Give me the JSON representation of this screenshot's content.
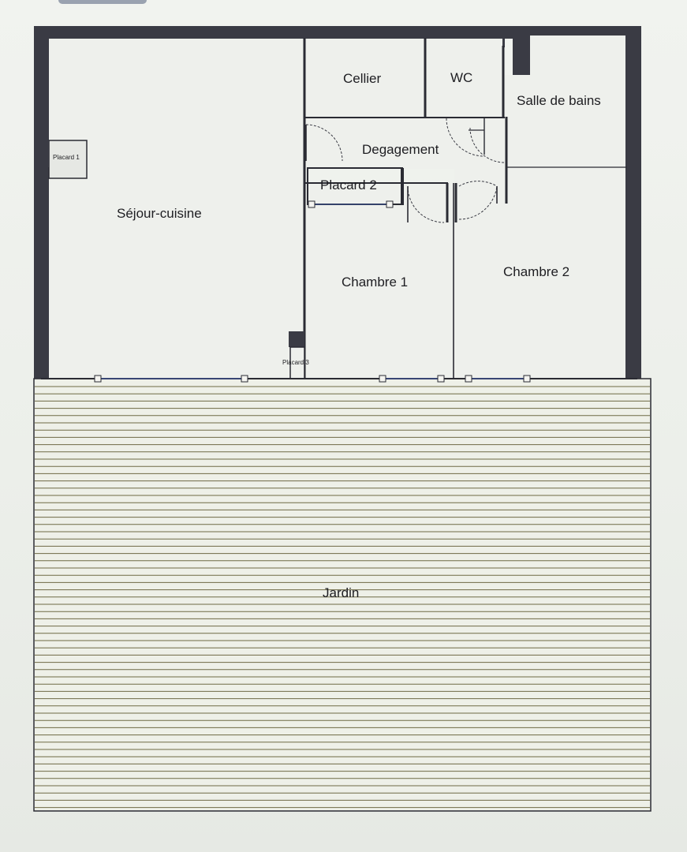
{
  "rooms": {
    "sejour": "Séjour-cuisine",
    "cellier": "Cellier",
    "wc": "WC",
    "salle_de_bains": "Salle de bains",
    "degagement": "Degagement",
    "placard1": "Placard 1",
    "placard2": "Placard 2",
    "placard3": "Placard 3",
    "chambre1": "Chambre 1",
    "chambre2": "Chambre 2",
    "jardin": "Jardin"
  },
  "colors": {
    "wall": "#3a3b44",
    "floor": "#eef0ec",
    "deck_line": "#6e6a45",
    "opening": "#3c4f8a"
  }
}
